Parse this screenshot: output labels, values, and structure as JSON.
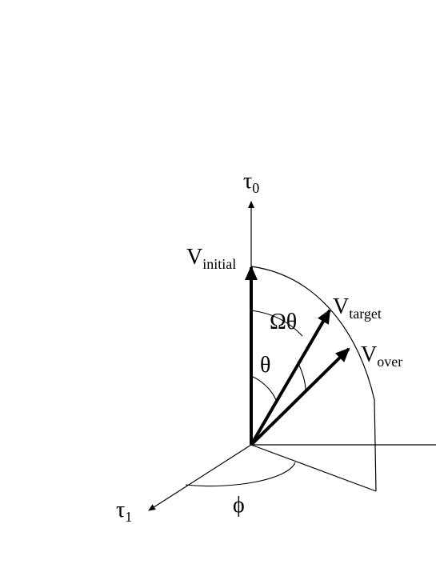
{
  "diagram": {
    "axis_labels": {
      "tau0": "τ",
      "tau0_sub": "0",
      "tau1": "τ",
      "tau1_sub": "1"
    },
    "vectors": {
      "initial": {
        "base": "V",
        "sub": "initial"
      },
      "target": {
        "base": "V",
        "sub": "target"
      },
      "over": {
        "base": "V",
        "sub": "over"
      }
    },
    "angles": {
      "theta": "θ",
      "omega_theta": "Ωθ",
      "phi": "ϕ"
    }
  }
}
